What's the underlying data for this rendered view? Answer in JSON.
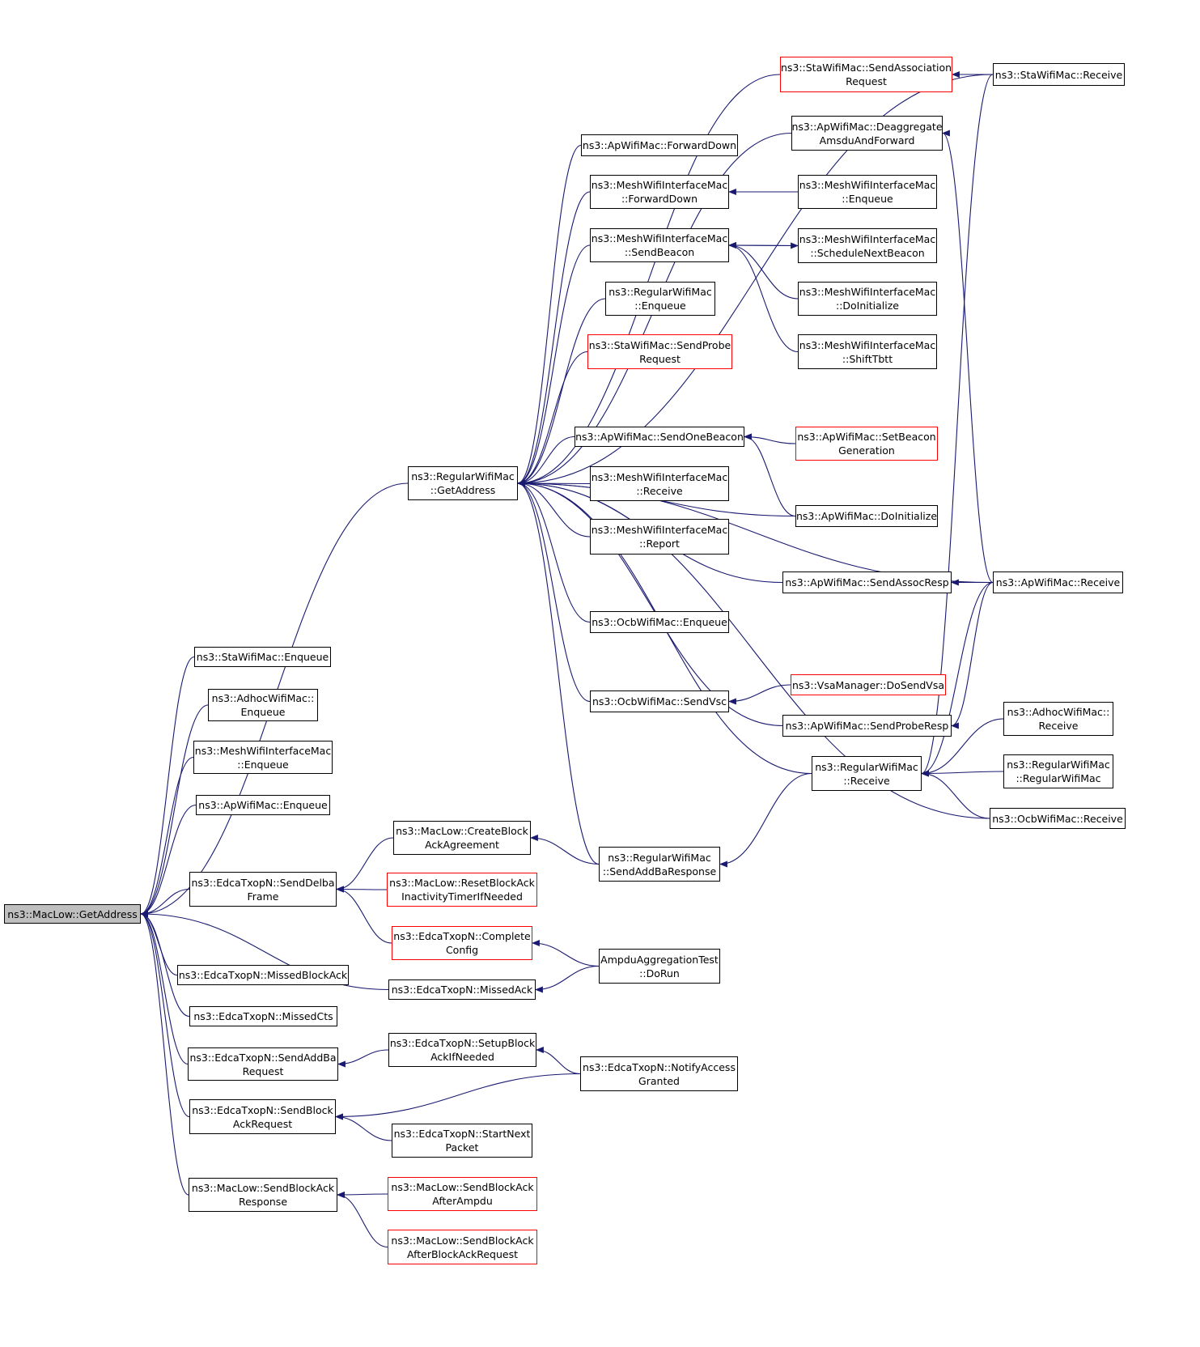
{
  "colors": {
    "edge": "#191970",
    "node_border": "#000000",
    "highlight_border": "#ff0000",
    "root_fill": "#bfbfbf",
    "background": "#ffffff"
  },
  "nodes": {
    "root": {
      "line1": "ns3::MacLow::GetAddress",
      "line2": ""
    },
    "sta_enqueue": {
      "line1": "ns3::StaWifiMac::Enqueue",
      "line2": ""
    },
    "adhoc_enqueue": {
      "line1": "ns3::AdhocWifiMac::",
      "line2": "Enqueue"
    },
    "mesh_enqueue_l": {
      "line1": "ns3::MeshWifiInterfaceMac",
      "line2": "::Enqueue"
    },
    "ap_enqueue": {
      "line1": "ns3::ApWifiMac::Enqueue",
      "line2": ""
    },
    "regular_getaddress": {
      "line1": "ns3::RegularWifiMac",
      "line2": "::GetAddress"
    },
    "edca_senddelba": {
      "line1": "ns3::EdcaTxopN::SendDelba",
      "line2": "Frame"
    },
    "edca_missedblockack": {
      "line1": "ns3::EdcaTxopN::MissedBlockAck",
      "line2": ""
    },
    "edca_missedcts": {
      "line1": "ns3::EdcaTxopN::MissedCts",
      "line2": ""
    },
    "edca_sendaddba": {
      "line1": "ns3::EdcaTxopN::SendAddBa",
      "line2": "Request"
    },
    "edca_sendblockackreq": {
      "line1": "ns3::EdcaTxopN::SendBlock",
      "line2": "AckRequest"
    },
    "maclow_sendblockackresp": {
      "line1": "ns3::MacLow::SendBlockAck",
      "line2": "Response"
    },
    "maclow_createblockack": {
      "line1": "ns3::MacLow::CreateBlock",
      "line2": "AckAgreement"
    },
    "maclow_resetblockack": {
      "line1": "ns3::MacLow::ResetBlockAck",
      "line2": "InactivityTimerIfNeeded"
    },
    "edca_completeconfig": {
      "line1": "ns3::EdcaTxopN::Complete",
      "line2": "Config"
    },
    "edca_missedack": {
      "line1": "ns3::EdcaTxopN::MissedAck",
      "line2": ""
    },
    "edca_setupblockack": {
      "line1": "ns3::EdcaTxopN::SetupBlock",
      "line2": "AckIfNeeded"
    },
    "edca_startnext": {
      "line1": "ns3::EdcaTxopN::StartNext",
      "line2": "Packet"
    },
    "maclow_afterampdu": {
      "line1": "ns3::MacLow::SendBlockAck",
      "line2": "AfterAmpdu"
    },
    "maclow_afterblockackreq": {
      "line1": "ns3::MacLow::SendBlockAck",
      "line2": "AfterBlockAckRequest"
    },
    "regular_sendaddbaresp": {
      "line1": "ns3::RegularWifiMac",
      "line2": "::SendAddBaResponse"
    },
    "ampdu_dorun": {
      "line1": "AmpduAggregationTest",
      "line2": "::DoRun"
    },
    "edca_notifyaccess": {
      "line1": "ns3::EdcaTxopN::NotifyAccess",
      "line2": "Granted"
    },
    "ap_forwarddown": {
      "line1": "ns3::ApWifiMac::ForwardDown",
      "line2": ""
    },
    "mesh_forwarddown": {
      "line1": "ns3::MeshWifiInterfaceMac",
      "line2": "::ForwardDown"
    },
    "mesh_sendbeacon": {
      "line1": "ns3::MeshWifiInterfaceMac",
      "line2": "::SendBeacon"
    },
    "regular_enqueue": {
      "line1": "ns3::RegularWifiMac",
      "line2": "::Enqueue"
    },
    "sta_sendprobe": {
      "line1": "ns3::StaWifiMac::SendProbe",
      "line2": "Request"
    },
    "ap_sendonebeacon": {
      "line1": "ns3::ApWifiMac::SendOneBeacon",
      "line2": ""
    },
    "mesh_receive": {
      "line1": "ns3::MeshWifiInterfaceMac",
      "line2": "::Receive"
    },
    "mesh_report": {
      "line1": "ns3::MeshWifiInterfaceMac",
      "line2": "::Report"
    },
    "ocb_enqueue": {
      "line1": "ns3::OcbWifiMac::Enqueue",
      "line2": ""
    },
    "ocb_sendvsc": {
      "line1": "ns3::OcbWifiMac::SendVsc",
      "line2": ""
    },
    "sta_sendassoc": {
      "line1": "ns3::StaWifiMac::SendAssociation",
      "line2": "Request"
    },
    "ap_deaggregate": {
      "line1": "ns3::ApWifiMac::Deaggregate",
      "line2": "AmsduAndForward"
    },
    "mesh_enqueue_r": {
      "line1": "ns3::MeshWifiInterfaceMac",
      "line2": "::Enqueue"
    },
    "mesh_schedulebeacon": {
      "line1": "ns3::MeshWifiInterfaceMac",
      "line2": "::ScheduleNextBeacon"
    },
    "mesh_doinitialize": {
      "line1": "ns3::MeshWifiInterfaceMac",
      "line2": "::DoInitialize"
    },
    "mesh_shifttbtt": {
      "line1": "ns3::MeshWifiInterfaceMac",
      "line2": "::ShiftTbtt"
    },
    "ap_setbeacongen": {
      "line1": "ns3::ApWifiMac::SetBeacon",
      "line2": "Generation"
    },
    "ap_doinitialize": {
      "line1": "ns3::ApWifiMac::DoInitialize",
      "line2": ""
    },
    "ap_sendassocresp": {
      "line1": "ns3::ApWifiMac::SendAssocResp",
      "line2": ""
    },
    "vsa_dosendvsa": {
      "line1": "ns3::VsaManager::DoSendVsa",
      "line2": ""
    },
    "ap_sendproberesp": {
      "line1": "ns3::ApWifiMac::SendProbeResp",
      "line2": ""
    },
    "regular_receive": {
      "line1": "ns3::RegularWifiMac",
      "line2": "::Receive"
    },
    "sta_receive": {
      "line1": "ns3::StaWifiMac::Receive",
      "line2": ""
    },
    "ap_receive": {
      "line1": "ns3::ApWifiMac::Receive",
      "line2": ""
    },
    "adhoc_receive": {
      "line1": "ns3::AdhocWifiMac::",
      "line2": "Receive"
    },
    "regular_regularwifimac": {
      "line1": "ns3::RegularWifiMac",
      "line2": "::RegularWifiMac"
    },
    "ocb_receive": {
      "line1": "ns3::OcbWifiMac::Receive",
      "line2": ""
    }
  },
  "edges": [
    [
      "sta_enqueue",
      "root"
    ],
    [
      "adhoc_enqueue",
      "root"
    ],
    [
      "mesh_enqueue_l",
      "root"
    ],
    [
      "ap_enqueue",
      "root"
    ],
    [
      "regular_getaddress",
      "root"
    ],
    [
      "edca_senddelba",
      "root"
    ],
    [
      "edca_missedack",
      "root"
    ],
    [
      "edca_missedblockack",
      "root"
    ],
    [
      "edca_missedcts",
      "root"
    ],
    [
      "edca_sendaddba",
      "root"
    ],
    [
      "edca_sendblockackreq",
      "root"
    ],
    [
      "maclow_sendblockackresp",
      "root"
    ],
    [
      "maclow_createblockack",
      "edca_senddelba"
    ],
    [
      "maclow_resetblockack",
      "edca_senddelba"
    ],
    [
      "edca_completeconfig",
      "edca_senddelba"
    ],
    [
      "regular_sendaddbaresp",
      "maclow_createblockack"
    ],
    [
      "ampdu_dorun",
      "edca_completeconfig"
    ],
    [
      "ampdu_dorun",
      "edca_missedack"
    ],
    [
      "edca_setupblockack",
      "edca_sendaddba"
    ],
    [
      "edca_notifyaccess",
      "edca_setupblockack"
    ],
    [
      "edca_notifyaccess",
      "edca_sendblockackreq"
    ],
    [
      "edca_startnext",
      "edca_sendblockackreq"
    ],
    [
      "maclow_afterampdu",
      "maclow_sendblockackresp"
    ],
    [
      "maclow_afterblockackreq",
      "maclow_sendblockackresp"
    ],
    [
      "sta_receive",
      "regular_getaddress"
    ],
    [
      "sta_sendassoc",
      "regular_getaddress"
    ],
    [
      "ap_deaggregate",
      "regular_getaddress"
    ],
    [
      "ap_forwarddown",
      "regular_getaddress"
    ],
    [
      "mesh_forwarddown",
      "regular_getaddress"
    ],
    [
      "mesh_sendbeacon",
      "regular_getaddress"
    ],
    [
      "regular_enqueue",
      "regular_getaddress"
    ],
    [
      "sta_sendprobe",
      "regular_getaddress"
    ],
    [
      "ap_receive",
      "regular_getaddress"
    ],
    [
      "ap_sendonebeacon",
      "regular_getaddress"
    ],
    [
      "mesh_receive",
      "regular_getaddress"
    ],
    [
      "mesh_report",
      "regular_getaddress"
    ],
    [
      "ap_sendassocresp",
      "regular_getaddress"
    ],
    [
      "ocb_enqueue",
      "regular_getaddress"
    ],
    [
      "ap_doinitialize",
      "regular_getaddress"
    ],
    [
      "ocb_sendvsc",
      "regular_getaddress"
    ],
    [
      "ap_sendproberesp",
      "regular_getaddress"
    ],
    [
      "regular_receive",
      "regular_getaddress"
    ],
    [
      "ocb_receive",
      "regular_getaddress"
    ],
    [
      "regular_sendaddbaresp",
      "regular_getaddress"
    ],
    [
      "sta_receive",
      "sta_sendassoc"
    ],
    [
      "ap_receive",
      "ap_deaggregate"
    ],
    [
      "mesh_enqueue_r",
      "mesh_forwarddown"
    ],
    [
      "mesh_schedulebeacon",
      "mesh_sendbeacon"
    ],
    [
      "mesh_sendbeacon",
      "mesh_schedulebeacon"
    ],
    [
      "mesh_doinitialize",
      "mesh_sendbeacon"
    ],
    [
      "mesh_shifttbtt",
      "mesh_sendbeacon"
    ],
    [
      "ap_setbeacongen",
      "ap_sendonebeacon"
    ],
    [
      "ap_doinitialize",
      "ap_sendonebeacon"
    ],
    [
      "ap_receive",
      "ap_sendassocresp"
    ],
    [
      "vsa_dosendvsa",
      "ocb_sendvsc"
    ],
    [
      "ap_receive",
      "ap_sendproberesp"
    ],
    [
      "regular_receive",
      "regular_sendaddbaresp"
    ],
    [
      "sta_receive",
      "regular_receive"
    ],
    [
      "ap_receive",
      "regular_receive"
    ],
    [
      "adhoc_receive",
      "regular_receive"
    ],
    [
      "regular_regularwifimac",
      "regular_receive"
    ],
    [
      "ocb_receive",
      "regular_receive"
    ]
  ]
}
